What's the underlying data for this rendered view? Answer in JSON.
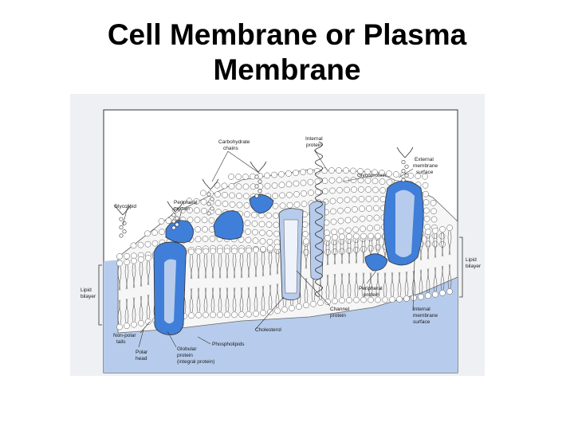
{
  "slide": {
    "title_line1": "Cell Membrane or Plasma",
    "title_line2": "Membrane"
  },
  "diagram": {
    "labels": {
      "carbohydrate_chains_1": "Carbohydrate",
      "carbohydrate_chains_2": "chains",
      "internal_protein_1": "Internal",
      "internal_protein_2": "protein",
      "glycoprotein": "Glycoprotein",
      "external_surface_1": "External",
      "external_surface_2": "membrane",
      "external_surface_3": "surface",
      "glycolipid": "Glycolipid",
      "peripheral_protein_top_1": "Peripheral",
      "peripheral_protein_top_2": "protein",
      "lipid_bilayer_left_1": "Lipid",
      "lipid_bilayer_left_2": "bilayer",
      "lipid_bilayer_right_1": "Lipid",
      "lipid_bilayer_right_2": "bilayer",
      "peripheral_protein_bottom_1": "Peripheral",
      "peripheral_protein_bottom_2": "protein",
      "channel_protein_1": "Channel",
      "channel_protein_2": "protein",
      "internal_surface_1": "Internal",
      "internal_surface_2": "membrane",
      "internal_surface_3": "surface",
      "cholesterol": "Cholesterol",
      "phospholipids": "Phospholipids",
      "nonpolar_tails_1": "Non-polar",
      "nonpolar_tails_2": "tails",
      "polar_head_1": "Polar",
      "polar_head_2": "head",
      "globular_protein_1": "Globular",
      "globular_protein_2": "protein",
      "globular_protein_3": "(integral protein)"
    },
    "colors": {
      "protein": "#3f7fd9",
      "lower_fill": "#b7ccec",
      "head_fill": "#ffffff",
      "outline": "#333333"
    }
  }
}
